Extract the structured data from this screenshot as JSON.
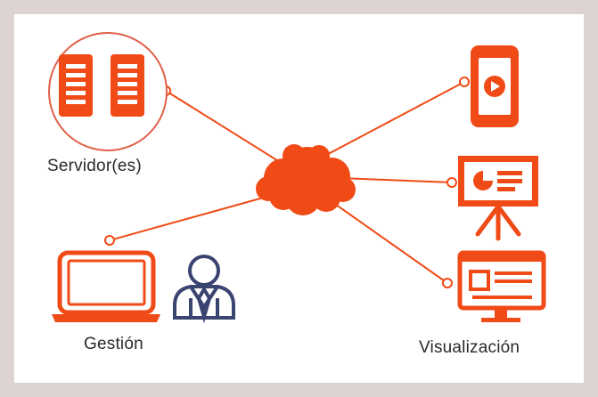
{
  "colors": {
    "accent": "#f04a16",
    "person": "#3a4470",
    "frame_border": "#ddd3d3",
    "background": "#ffffff"
  },
  "nodes": {
    "servers": {
      "label": "Servidor(es)",
      "icon": "server-rack-icon"
    },
    "cloud": {
      "icon": "cloud-icon"
    },
    "management": {
      "label": "Gestión",
      "icons": [
        "laptop-icon",
        "person-icon"
      ]
    },
    "visualization": {
      "label": "Visualización",
      "icons": [
        "phone-video-icon",
        "presentation-board-icon",
        "desktop-monitor-icon"
      ]
    }
  }
}
